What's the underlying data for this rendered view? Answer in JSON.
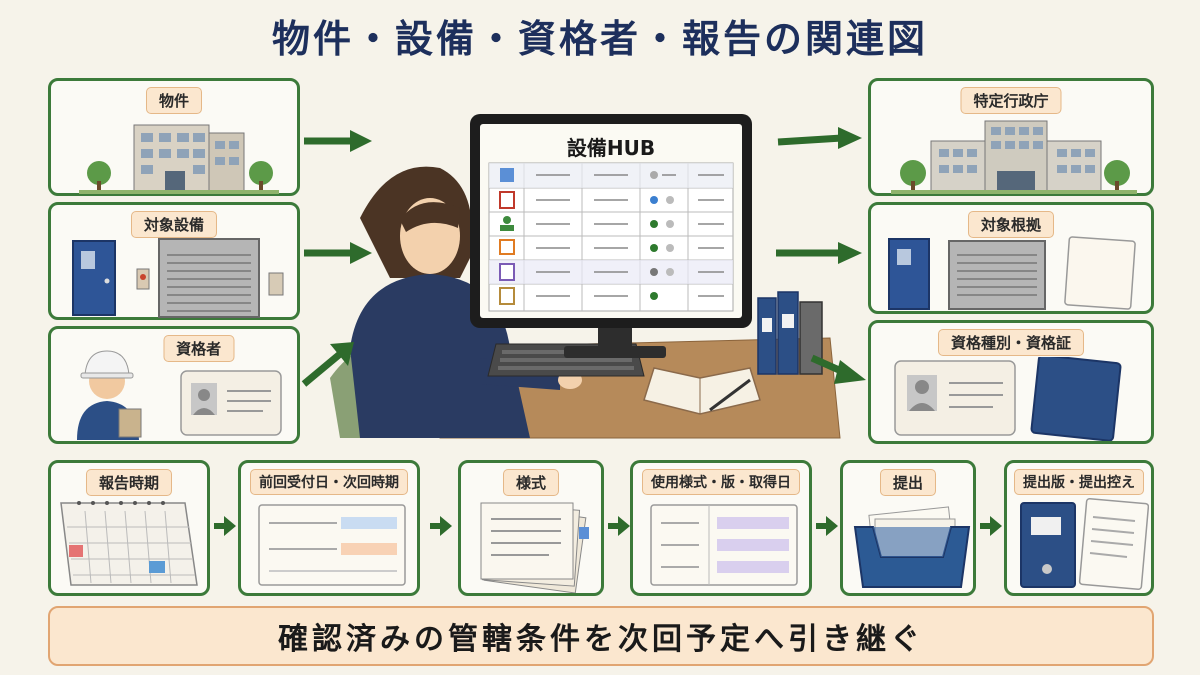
{
  "title": "物件・設備・資格者・報告の関連図",
  "left_cards": [
    {
      "label": "物件"
    },
    {
      "label": "対象設備"
    },
    {
      "label": "資格者"
    }
  ],
  "right_cards": [
    {
      "label": "特定行政庁"
    },
    {
      "label": "対象根拠"
    },
    {
      "label": "資格種別・資格証"
    }
  ],
  "hub": {
    "title": "設備HUB"
  },
  "flow_cards": [
    {
      "label": "報告時期"
    },
    {
      "label": "前回受付日・次回時期"
    },
    {
      "label": "様式"
    },
    {
      "label": "使用様式・版・取得日"
    },
    {
      "label": "提出"
    },
    {
      "label": "提出版・提出控え"
    }
  ],
  "bottom_message": "確認済みの管轄条件を次回予定へ引き継ぐ",
  "colors": {
    "border": "#3c7a3a",
    "label_bg": "#fbe7cf",
    "title": "#1d2f5c",
    "arrow": "#2e6b2c"
  }
}
